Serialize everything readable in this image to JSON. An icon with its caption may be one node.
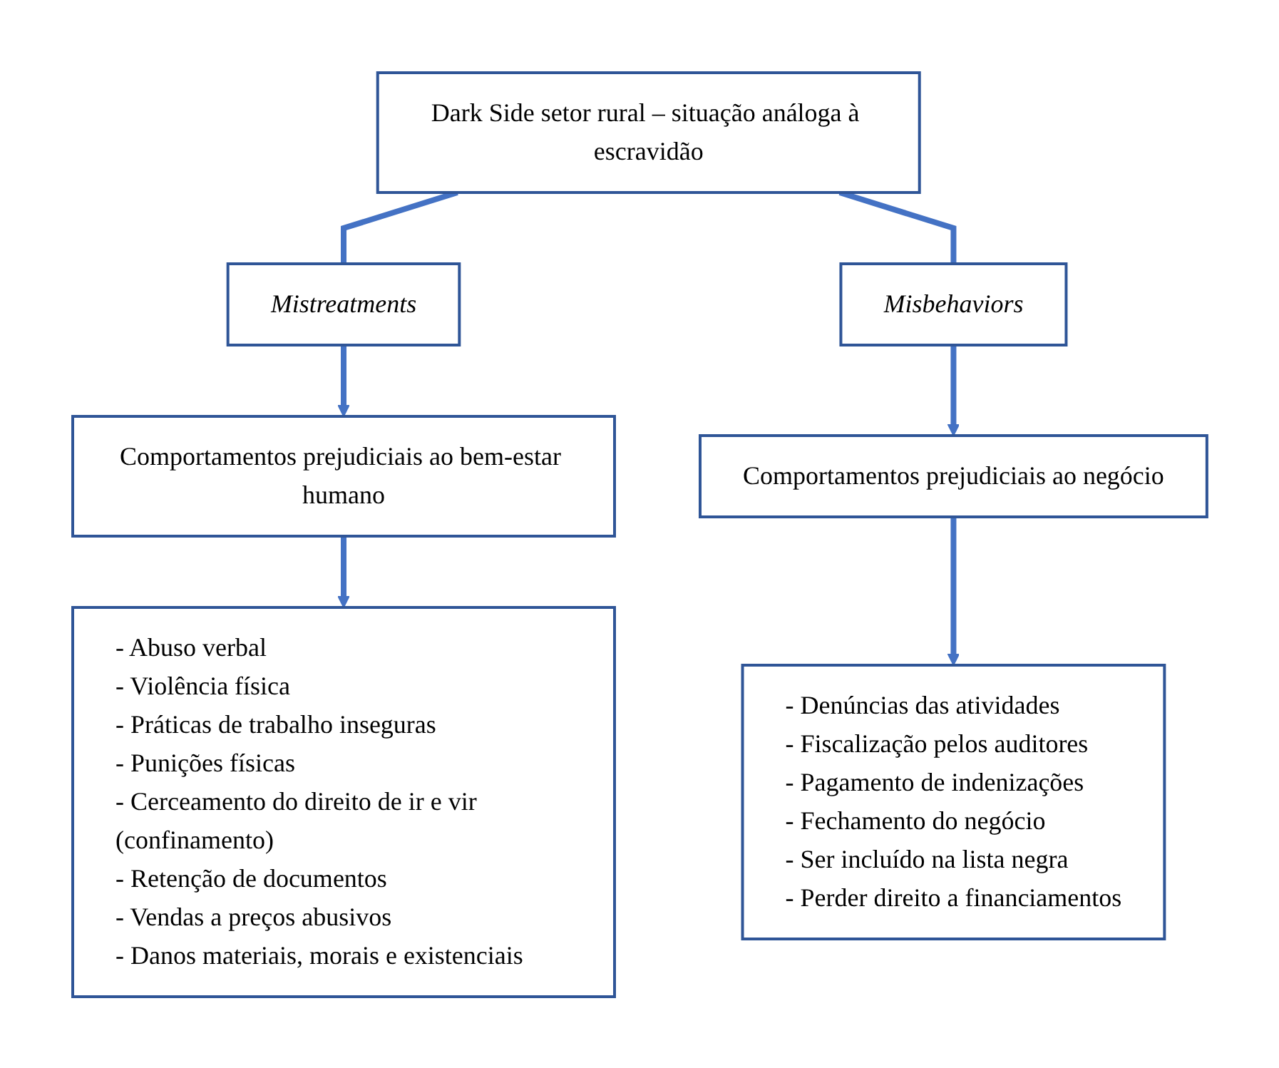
{
  "diagram": {
    "nodes": [
      {
        "text": [
          "Dark Side setor rural – situação análoga à escravidão"
        ]
      },
      {
        "text": [
          "Mistreatments"
        ]
      },
      {
        "text": [
          "Misbehaviors"
        ]
      },
      {
        "text": [
          "Comportamentos prejudiciais ao bem-estar humano"
        ]
      },
      {
        "text": [
          "Comportamentos prejudiciais ao negócio"
        ]
      },
      {
        "text": [
          "- Abuso verbal",
          "- Violência física",
          "- Práticas de trabalho inseguras",
          "- Punições físicas",
          "- Cerceamento do direito de ir e vir (confinamento)",
          "- Retenção de documentos",
          "- Vendas a preços abusivos",
          "- Danos materiais, morais e existenciais"
        ]
      },
      {
        "text": [
          "- Denúncias das atividades",
          "- Fiscalização pelos auditores",
          "- Pagamento de indenizações",
          "- Fechamento do negócio",
          "- Ser incluído na lista negra",
          "- Perder direito a financiamentos"
        ]
      }
    ],
    "edges": [
      {
        "from": 0,
        "to": 1,
        "arrow": "none"
      },
      {
        "from": 0,
        "to": 2,
        "arrow": "none"
      },
      {
        "from": 1,
        "to": 3,
        "arrow": "to"
      },
      {
        "from": 2,
        "to": 4,
        "arrow": "to"
      },
      {
        "from": 3,
        "to": 5,
        "arrow": "to"
      },
      {
        "from": 4,
        "to": 6,
        "arrow": "to"
      }
    ]
  }
}
